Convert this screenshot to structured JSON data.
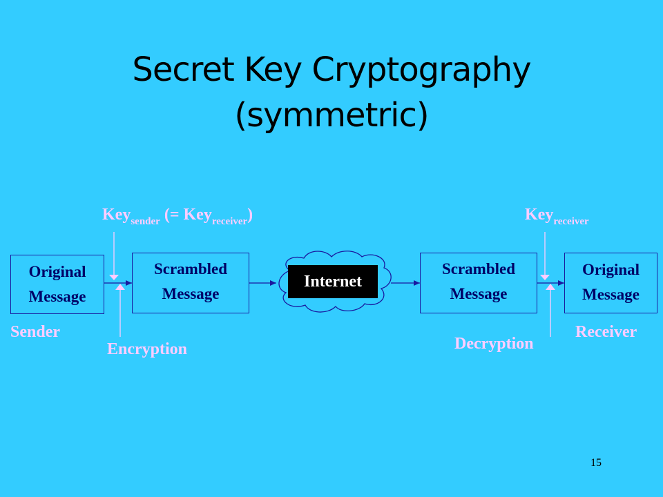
{
  "slide": {
    "title_line1": "Secret Key Cryptography",
    "title_line2": "(symmetric)",
    "page_number": "15"
  },
  "boxes": {
    "original_left": [
      "Original",
      "Message"
    ],
    "scrambled_left": [
      "Scrambled",
      "Message"
    ],
    "scrambled_right": [
      "Scrambled",
      "Message"
    ],
    "original_right": [
      "Original",
      "Message"
    ]
  },
  "internet": "Internet",
  "labels": {
    "key_sender_main": "Key",
    "key_sender_sub": "sender",
    "key_sender_mid": " (= Key",
    "key_sender_sub2": "receiver",
    "key_sender_end": ")",
    "key_receiver_main": "Key",
    "key_receiver_sub": "receiver",
    "sender": "Sender",
    "receiver": "Receiver",
    "encryption": "Encryption",
    "decryption": "Decryption"
  },
  "colors": {
    "background": "#33CCFF",
    "box_text": "#000066",
    "label_text": "#FFCCFF",
    "arrow": "#1a1aa0"
  }
}
